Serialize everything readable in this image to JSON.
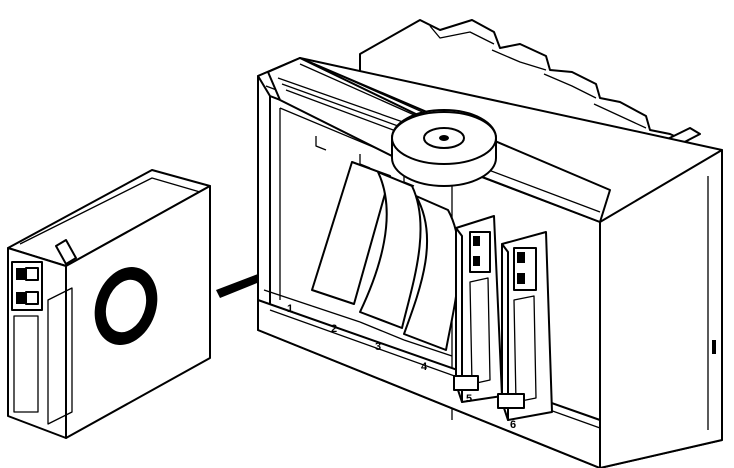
{
  "diagram": {
    "slots": [
      {
        "label": "1"
      },
      {
        "label": "2"
      },
      {
        "label": "3"
      },
      {
        "label": "4"
      },
      {
        "label": "5"
      },
      {
        "label": "6"
      }
    ],
    "stroke_color": "#000000",
    "background_color": "#ffffff"
  }
}
